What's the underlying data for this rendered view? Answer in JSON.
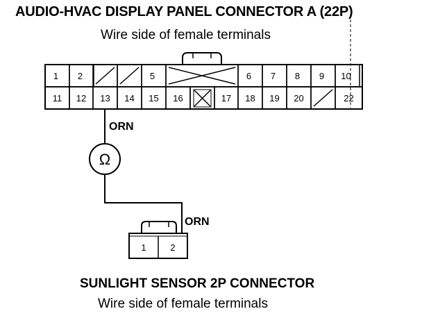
{
  "connector_a": {
    "title": "AUDIO-HVAC DISPLAY PANEL CONNECTOR A (22P)",
    "subtitle": "Wire side of female terminals",
    "top_row": [
      {
        "label": "1",
        "blank": false
      },
      {
        "label": "2",
        "blank": false
      },
      {
        "label": "",
        "blank": true
      },
      {
        "label": "",
        "blank": true
      },
      {
        "label": "5",
        "blank": false
      },
      {
        "label": "6",
        "blank": false
      },
      {
        "label": "7",
        "blank": false
      },
      {
        "label": "8",
        "blank": false
      },
      {
        "label": "9",
        "blank": false
      },
      {
        "label": "10",
        "blank": false
      }
    ],
    "bottom_row": [
      {
        "label": "11",
        "blank": false
      },
      {
        "label": "12",
        "blank": false
      },
      {
        "label": "13",
        "blank": false
      },
      {
        "label": "14",
        "blank": false
      },
      {
        "label": "15",
        "blank": false
      },
      {
        "label": "16",
        "blank": false
      },
      {
        "label": "",
        "blank": true
      },
      {
        "label": "17",
        "blank": false
      },
      {
        "label": "18",
        "blank": false
      },
      {
        "label": "19",
        "blank": false
      },
      {
        "label": "20",
        "blank": false
      },
      {
        "label": "",
        "blank": true
      },
      {
        "label": "22",
        "blank": false
      }
    ]
  },
  "wire_top": {
    "color_code": "ORN"
  },
  "wire_bottom": {
    "color_code": "ORN"
  },
  "meter": {
    "symbol": "Ω",
    "name": "ohmmeter"
  },
  "sensor": {
    "title": "SUNLIGHT SENSOR 2P CONNECTOR",
    "subtitle": "Wire side of female terminals",
    "pins": [
      "1",
      "2"
    ]
  }
}
